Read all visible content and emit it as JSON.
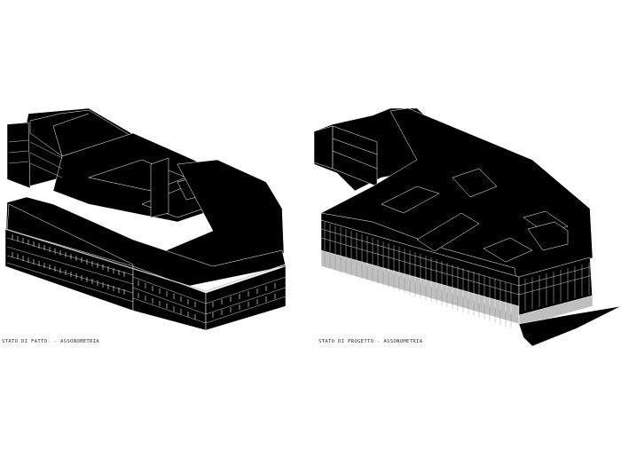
{
  "sheet": {
    "background": "#ffffff",
    "drawing_fill": "#000000",
    "line_color": "#ffffff",
    "facade_light": "#bfbfbf"
  },
  "views": [
    {
      "id": "existing",
      "caption": "STATO DI FATTO  - ASSONOMETRIA",
      "subject": "existing building complex axonometric"
    },
    {
      "id": "project",
      "caption": "STATO DI PROGETTO - ASSONOMETRIA",
      "subject": "proposed building axonometric"
    }
  ]
}
